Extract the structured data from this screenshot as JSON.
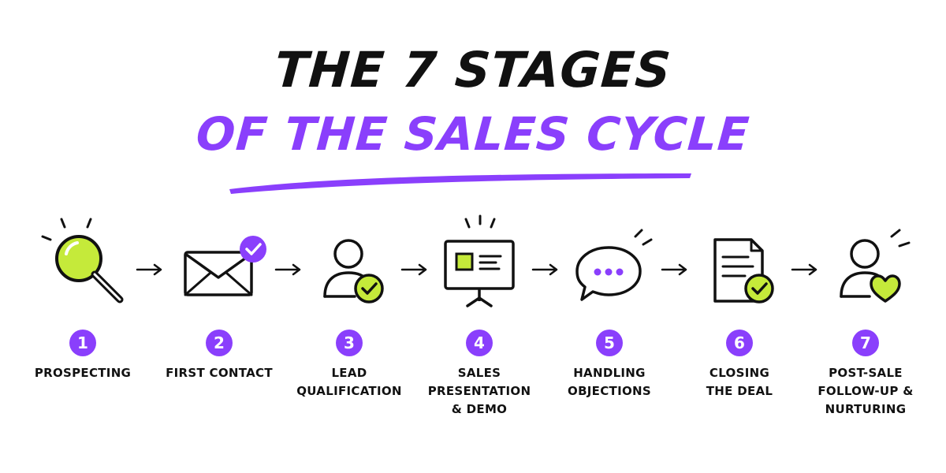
{
  "title": {
    "line1": "THE 7 STAGES",
    "line2": "OF THE SALES CYCLE"
  },
  "colors": {
    "accent": "#8a3ffc",
    "highlight": "#c5ea3a",
    "ink": "#111111"
  },
  "stages": [
    {
      "number": "1",
      "label": "PROSPECTING",
      "icon": "magnifier-icon"
    },
    {
      "number": "2",
      "label": "FIRST CONTACT",
      "icon": "envelope-icon"
    },
    {
      "number": "3",
      "label": "LEAD\nQUALIFICATION",
      "icon": "user-check-icon"
    },
    {
      "number": "4",
      "label": "SALES\nPRESENTATION\n& DEMO",
      "icon": "presentation-board-icon"
    },
    {
      "number": "5",
      "label": "HANDLING\nOBJECTIONS",
      "icon": "speech-bubble-icon"
    },
    {
      "number": "6",
      "label": "CLOSING\nTHE DEAL",
      "icon": "document-check-icon"
    },
    {
      "number": "7",
      "label": "POST-SALE\nFOLLOW-UP &\nNURTURING",
      "icon": "user-heart-icon"
    }
  ]
}
